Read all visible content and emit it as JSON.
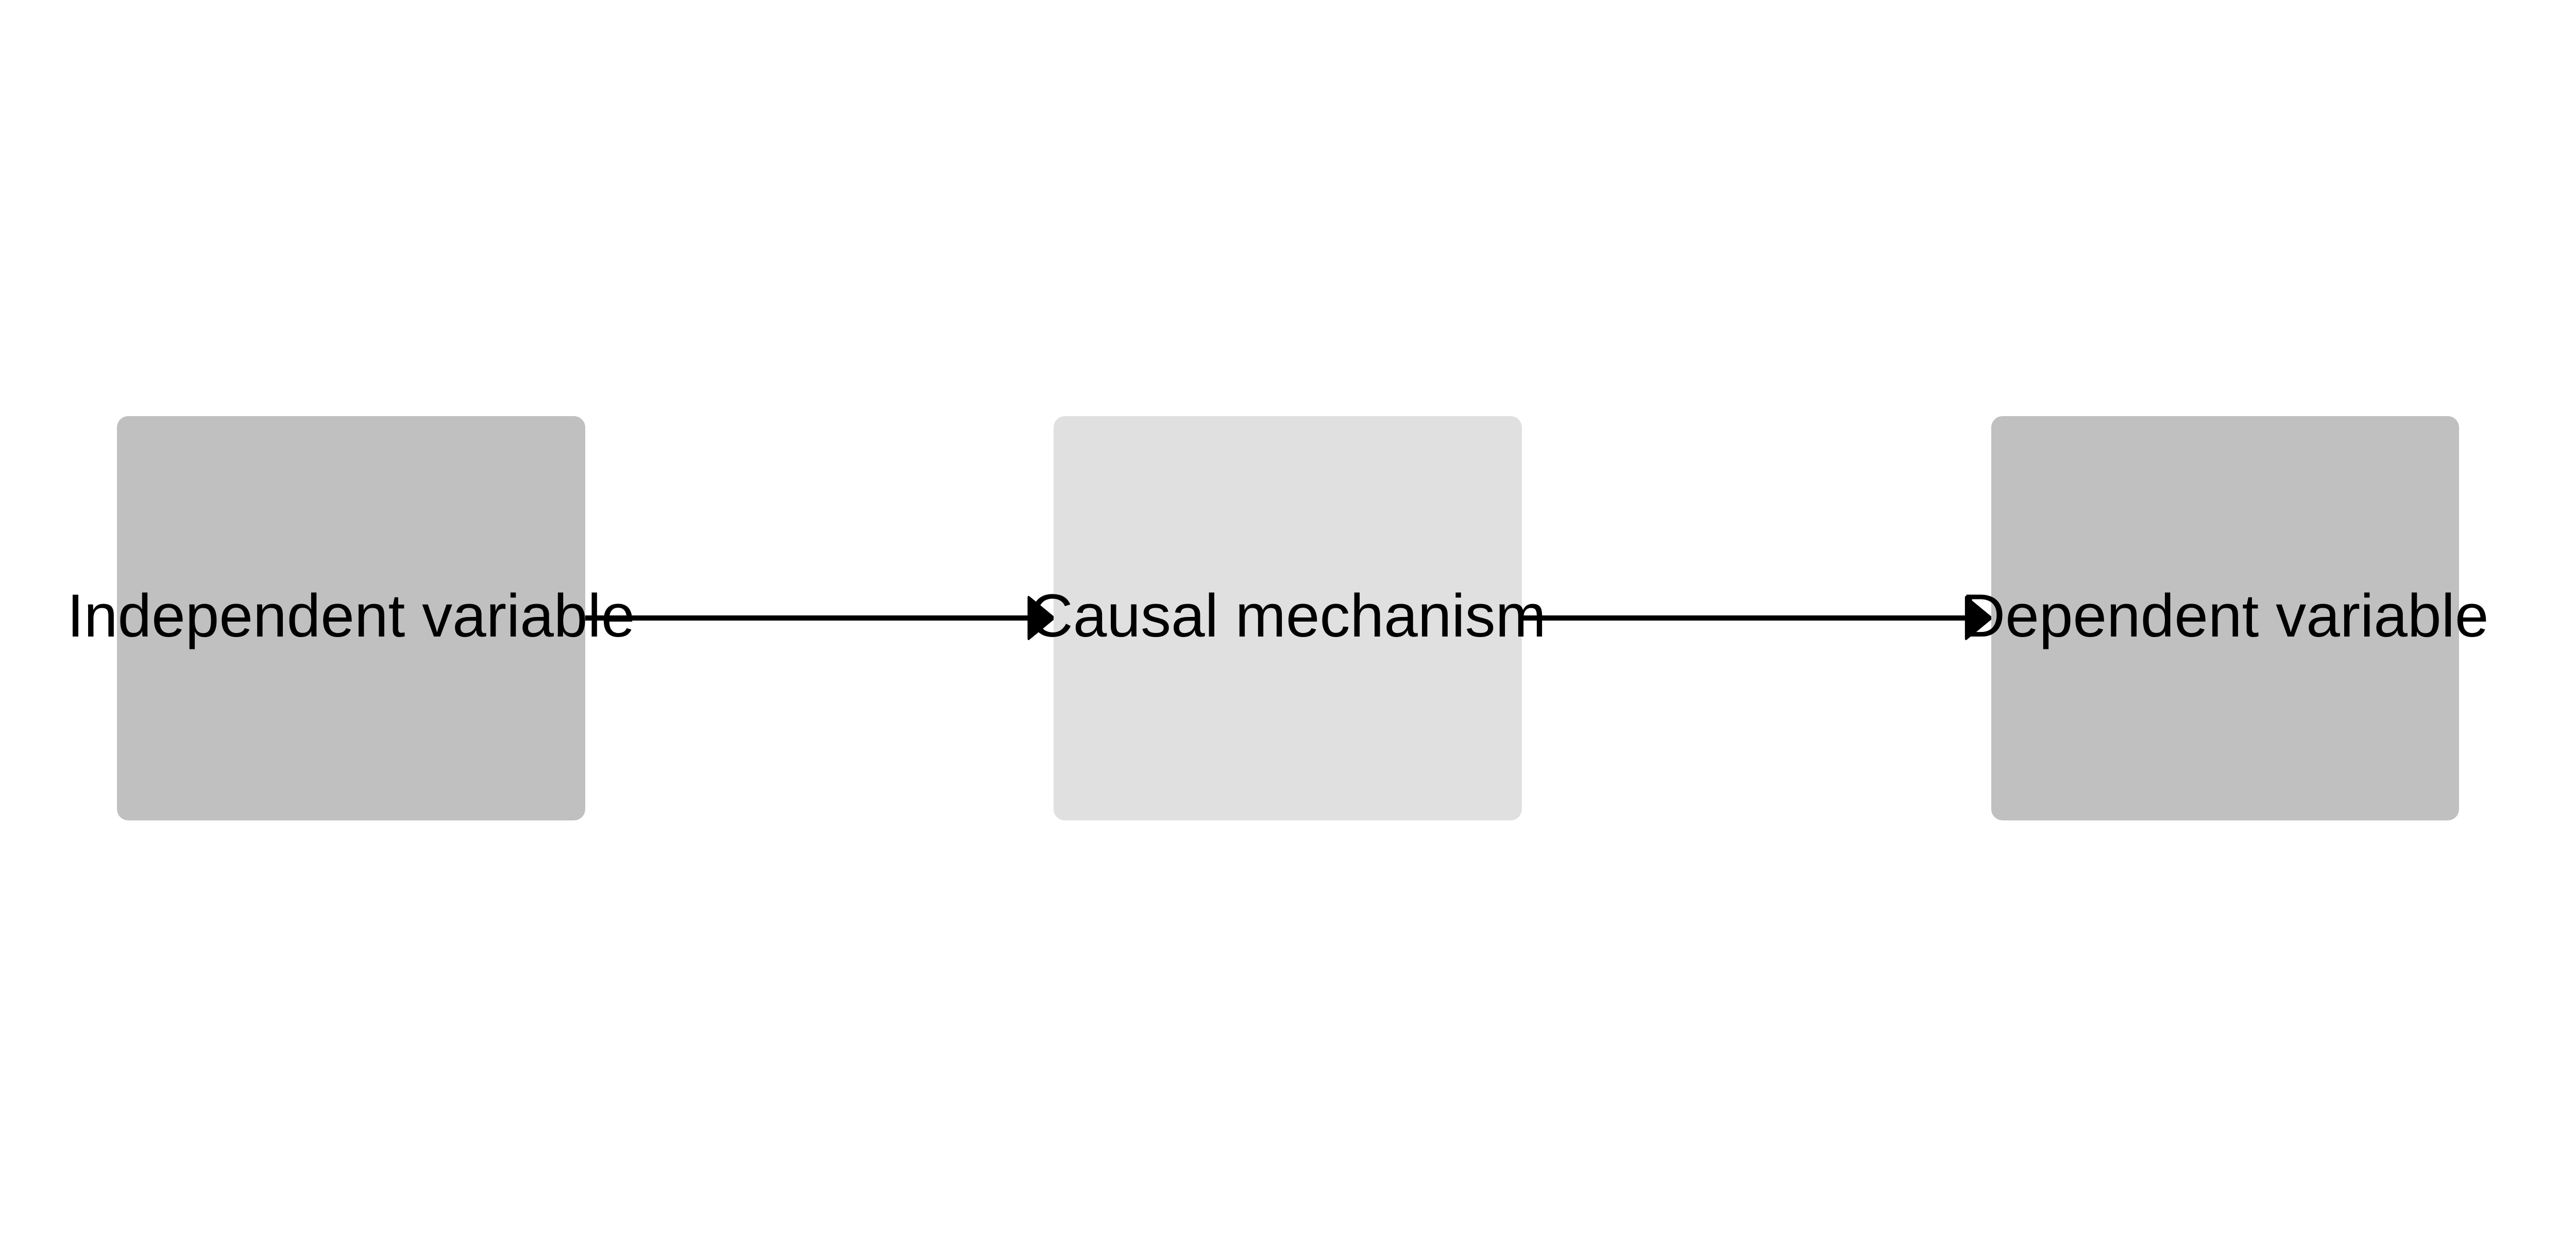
{
  "nodes": [
    {
      "label": "Independent variable",
      "fill": "#c0c0c0"
    },
    {
      "label": "Causal mechanism",
      "fill": "#e0e0e0"
    },
    {
      "label": "Dependent variable",
      "fill": "#c0c0c0"
    }
  ],
  "edges": [
    {
      "from": "Independent variable",
      "to": "Causal mechanism"
    },
    {
      "from": "Causal mechanism",
      "to": "Dependent variable"
    }
  ],
  "edge_color": "#000000"
}
